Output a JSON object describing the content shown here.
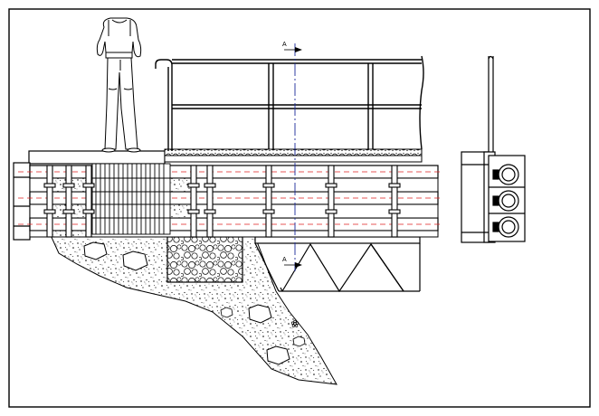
{
  "drawing": {
    "title": "",
    "section_marker_top": "A",
    "section_marker_bottom": "A"
  },
  "colors": {
    "line": "#000000",
    "pipe_centerline": "#e02020",
    "section_axis": "#1a2a9a",
    "paper": "#ffffff"
  },
  "components": {
    "worker_figure": "standing-person",
    "handrail": "railing",
    "deck_surface": "gravel-deck",
    "pipes": "three-pipe-rack",
    "expansion_bellows": "bellows-section",
    "supports": "pipe-supports",
    "truss": "triangular-truss",
    "foundation": "rubble-stone-foundation",
    "embankment": "gravel-embankment",
    "side_view": "section-a-a-view",
    "icons": [
      "section-arrow-icon",
      "flower-icon"
    ]
  }
}
